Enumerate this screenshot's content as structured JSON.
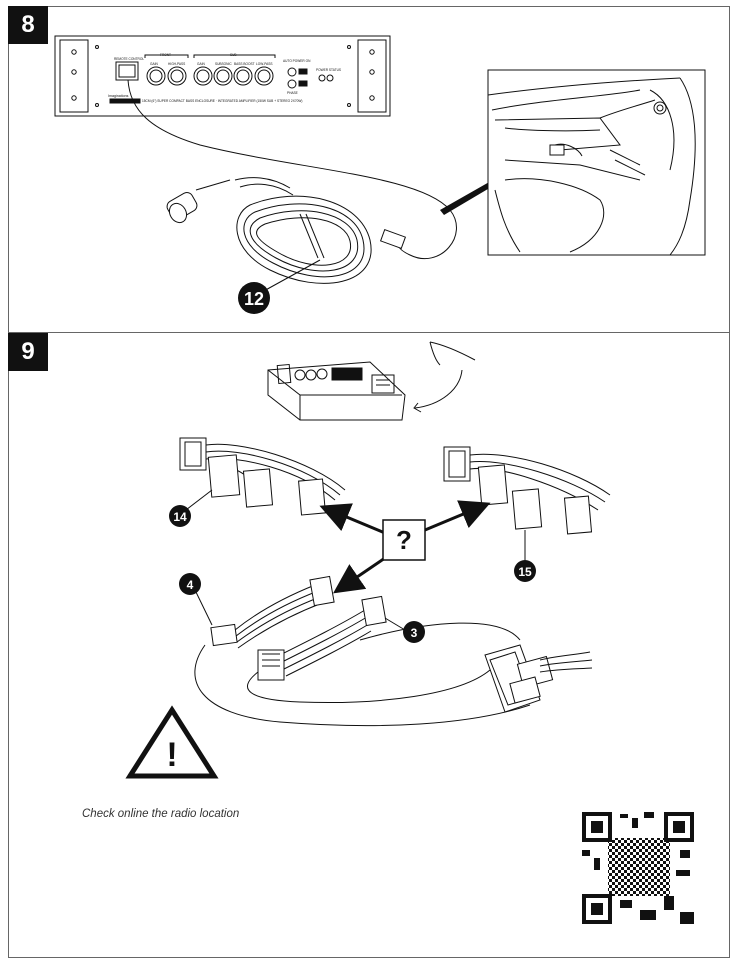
{
  "steps": {
    "step8": "8",
    "step9": "9"
  },
  "amplifier": {
    "remote_control": "REMOTE CONTROL",
    "front": "FRONT",
    "sub": "SUB",
    "knob_gain": "GAIN",
    "knob_highpass": "HIGH-PASS",
    "knob_sub_gain": "GAIN",
    "knob_subsonic": "SUBSONIC",
    "knob_bassboost": "BASS BOOST",
    "knob_lowpass": "LOW-PASS",
    "auto_power_on": "AUTO POWER ON",
    "phase": "PHASE",
    "power_status": "POWER STATUS",
    "brand": "Imaginations",
    "model_line": "15CM (6\") SUPER COMPACT BASS ENCLOSURE · INTEGRATED AMPLIFIER (150W SUB + STEREO 2X70W)"
  },
  "callouts": {
    "c12": "12",
    "c14": "14",
    "c15": "15",
    "c4": "4",
    "c3": "3"
  },
  "question_mark": "?",
  "warning_symbol": "!",
  "caption": "Check online the radio location"
}
